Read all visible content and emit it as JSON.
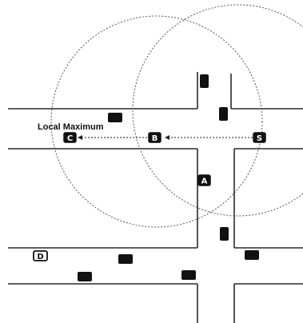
{
  "caption": "Local Maximum",
  "points": [
    {
      "id": "C",
      "text": "C",
      "style": "filled"
    },
    {
      "id": "B",
      "text": "B",
      "style": "filled"
    },
    {
      "id": "S",
      "text": "S",
      "style": "filled"
    },
    {
      "id": "A",
      "text": "A",
      "style": "filled"
    },
    {
      "id": "D",
      "text": "D",
      "style": "open"
    }
  ],
  "colors": {
    "ink": "#111111",
    "background": "#ffffff"
  }
}
